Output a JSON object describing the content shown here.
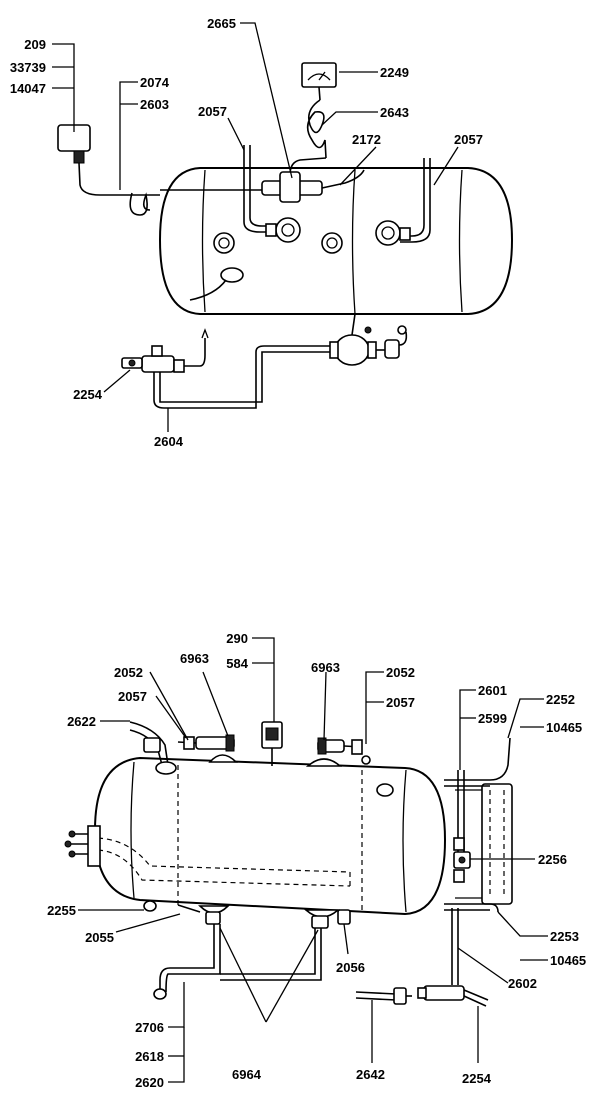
{
  "top_diagram": {
    "labels": {
      "l209": "209",
      "l33739": "33739",
      "l14047": "14047",
      "l2074": "2074",
      "l2603": "2603",
      "l2665": "2665",
      "l2249": "2249",
      "l2643": "2643",
      "l2057a": "2057",
      "l2172": "2172",
      "l2057b": "2057",
      "l2254": "2254",
      "l2604": "2604"
    }
  },
  "bottom_diagram": {
    "labels": {
      "l290": "290",
      "l584": "584",
      "l2052a": "2052",
      "l6963a": "6963",
      "l6963b": "6963",
      "l2052b": "2052",
      "l2057a": "2057",
      "l2057b": "2057",
      "l2622": "2622",
      "l2601": "2601",
      "l2599": "2599",
      "l2252": "2252",
      "l10465a": "10465",
      "l2256": "2256",
      "l2255": "2255",
      "l2055": "2055",
      "l2056": "2056",
      "l2253": "2253",
      "l10465b": "10465",
      "l2602": "2602",
      "l2706": "2706",
      "l2618": "2618",
      "l2620": "2620",
      "l6964": "6964",
      "l2642": "2642",
      "l2254": "2254"
    }
  }
}
